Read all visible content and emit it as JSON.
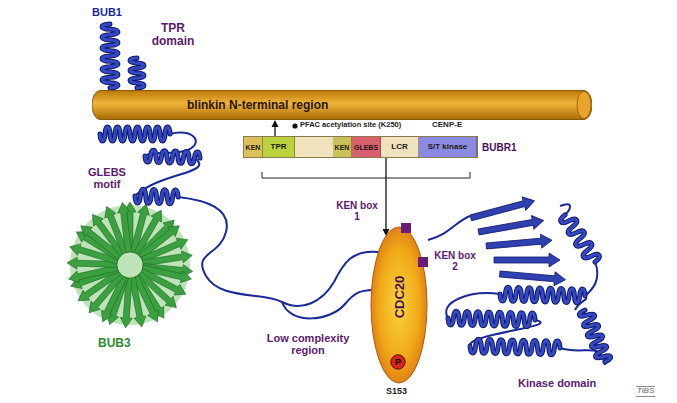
{
  "diagram": {
    "nodes": [
      {
        "text": [
          "blinkin N-terminal region"
        ]
      },
      {
        "text": [
          "BUBR1"
        ]
      },
      {
        "text": [
          "KEN"
        ],
        "in": 1
      },
      {
        "text": [
          "TPR"
        ],
        "in": 1
      },
      {
        "text": [
          "KEN"
        ],
        "in": 1
      },
      {
        "text": [
          "GLEBS"
        ],
        "in": 1
      },
      {
        "text": [
          "LCR"
        ],
        "in": 1
      },
      {
        "text": [
          "S/T kinase"
        ],
        "in": 1
      },
      {
        "text": [
          "CDC20"
        ]
      },
      {
        "text": [
          "P"
        ],
        "in": 8
      }
    ],
    "edges": [
      {
        "from": 1,
        "to": 0,
        "arrow": "to"
      },
      {
        "from": 1,
        "to": 8,
        "arrow": "to"
      }
    ],
    "labels": [
      "BUB1",
      "TPR domain",
      "PFAC acetylation site (K250)",
      "CENP-E",
      "GLEBS motif",
      "BUB3",
      "Low complexity region",
      "KEN box 1",
      "KEN box 2",
      "S153",
      "Kinase domain",
      "TiBS"
    ]
  }
}
